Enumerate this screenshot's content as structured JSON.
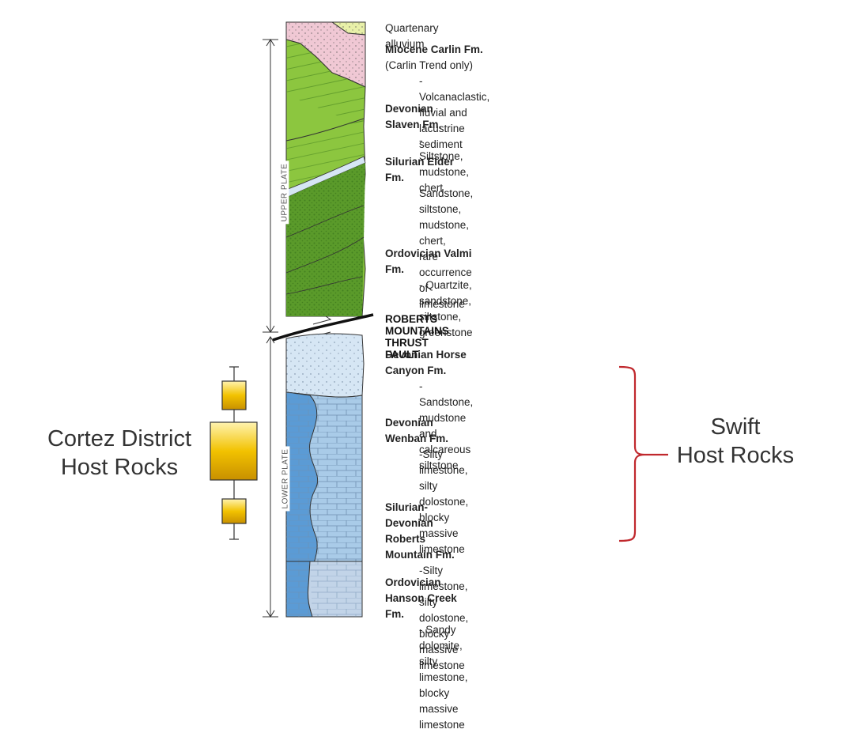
{
  "units": [
    {
      "name": "Quartenary alluvium",
      "note": "",
      "desc": ""
    },
    {
      "name": "Miocene Carlin Fm.",
      "note": " (Carlin Trend only)",
      "desc": "-Volcanaclastic, fluvial and lacustrine\nsediment"
    },
    {
      "name": "Devonian Slaven Fm.",
      "note": "",
      "desc": "- Siltstone, mudstone, chert"
    },
    {
      "name": "Silurian Elder Fm.",
      "note": "",
      "desc": "Sandstone, siltstone, mudstone, chert,\nrare occurrence of limestone"
    },
    {
      "name": "Ordovician Valmi Fm.",
      "note": "",
      "desc": "- Quartzite, sandstone, siltstone,\ngreenstone"
    },
    {
      "name": "Devonian Horse Canyon Fm.",
      "note": "",
      "desc": "- Sandstone, mudstone and\ncalcareous siltstone"
    },
    {
      "name": "Devonian Wenban Fm.",
      "note": "",
      "desc": "-Silty limestone, silty dolostone,\nblocky massive limestone"
    },
    {
      "name": "Silurian-Devonian Roberts Mountain Fm.",
      "note": "",
      "desc": "-Silty limestone, silty dolostone,\nblocky massive limestone"
    },
    {
      "name": "Ordovician Hanson Creek Fm.",
      "note": "",
      "desc": "- Sandy dolomite, silty limestone, blocky\nmassive limestone"
    }
  ],
  "fault_label": "ROBERTS MOUNTAINS THRUST FAULT",
  "upper_plate_label": "UPPER PLATE",
  "lower_plate_label": "LOWER PLATE",
  "left_label": "Cortez District\nHost Rocks",
  "right_label": "Swift\nHost Rocks",
  "colors": {
    "alluvium": "#e8f0a8",
    "carlin": "#f0c8d4",
    "upper_green_light": "#8cc63f",
    "upper_green_dark": "#5a9a2a",
    "lower_blue_light": "#d6e6f4",
    "lower_blue_mid": "#a9cbe8",
    "lower_blue_dark": "#5b9bd5",
    "bracket_red": "#c0282d",
    "gold": "#f2c200"
  }
}
